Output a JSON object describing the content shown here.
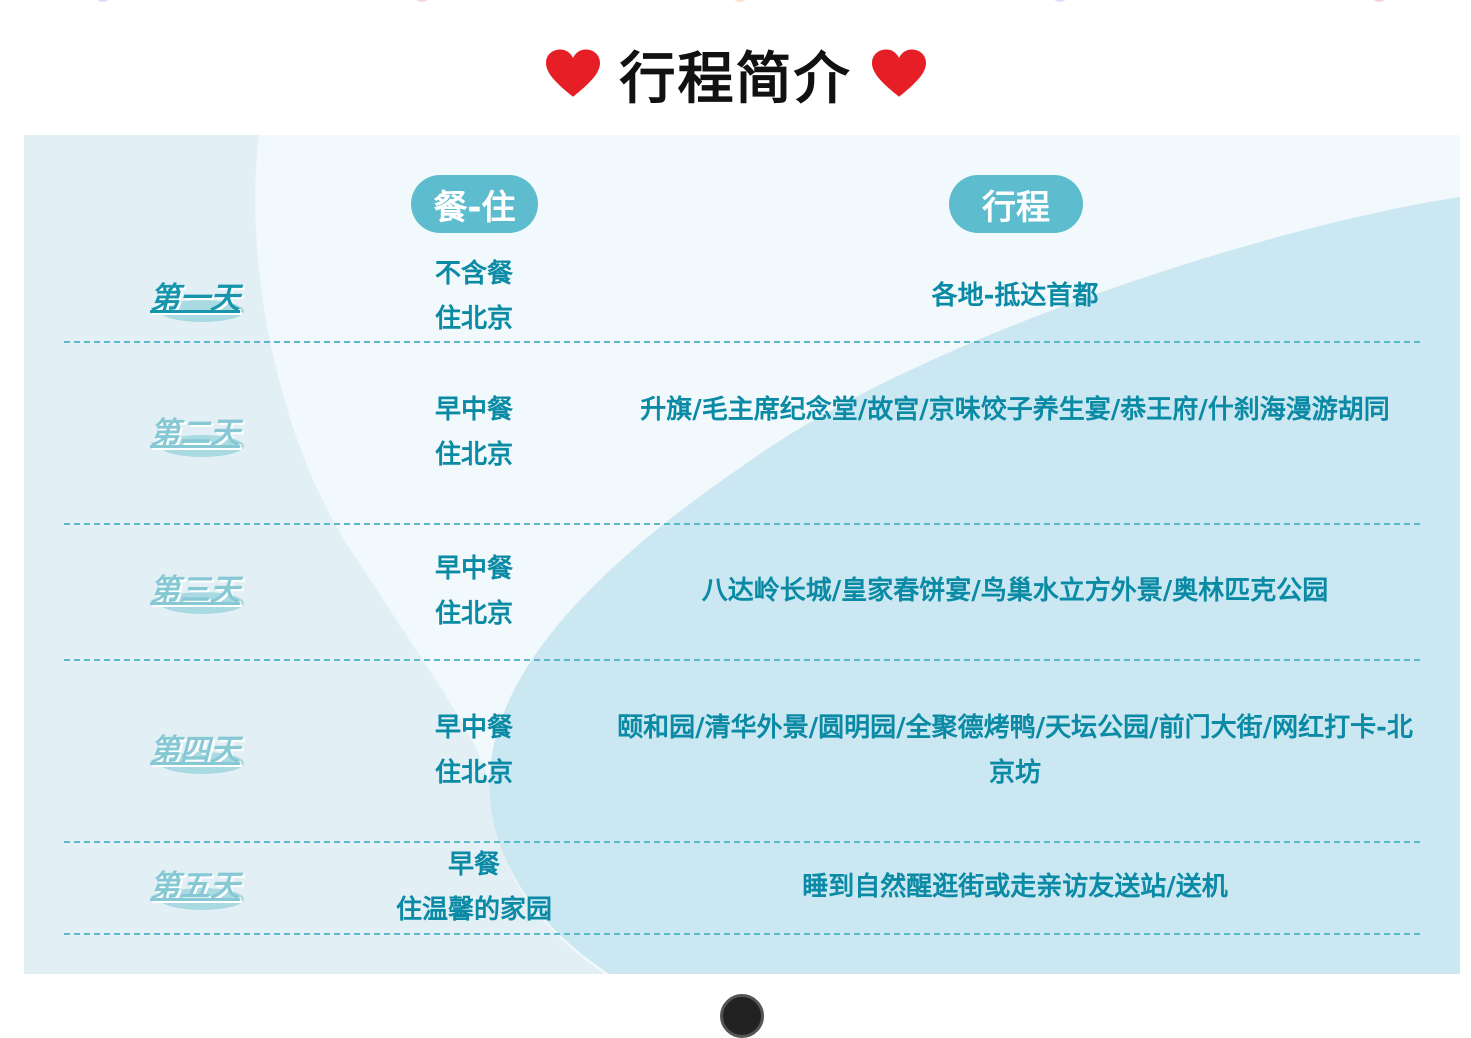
{
  "title": "行程简介",
  "headers": {
    "meal": "餐-住",
    "trip": "行程"
  },
  "days": [
    {
      "day": "第一天",
      "meal": "不含餐",
      "stay": "住北京",
      "trip": "各地-抵达首都"
    },
    {
      "day": "第二天",
      "meal": "早中餐",
      "stay": "住北京",
      "trip": "升旗/毛主席纪念堂/故宫/京味饺子养生宴/恭王府/什刹海漫游胡同"
    },
    {
      "day": "第三天",
      "meal": "早中餐",
      "stay": "住北京",
      "trip": "八达岭长城/皇家春饼宴/鸟巢水立方外景/奥林匹克公园"
    },
    {
      "day": "第四天",
      "meal": "早中餐",
      "stay": "住北京",
      "trip": "颐和园/清华外景/圆明园/全聚德烤鸭/天坛公园/前门大街/网红打卡-北京坊"
    },
    {
      "day": "第五天",
      "meal": "早餐",
      "stay": "住温馨的家园",
      "trip": "睡到自然醒逛街或走亲访友送站/送机"
    }
  ],
  "colors": {
    "accent": "#5ebccf",
    "text": "#0a8aa5",
    "heart": "#e61e25"
  },
  "icons": {
    "title_left": "heart-icon",
    "title_right": "heart-icon",
    "bottom": "soccer-ball-icon"
  }
}
